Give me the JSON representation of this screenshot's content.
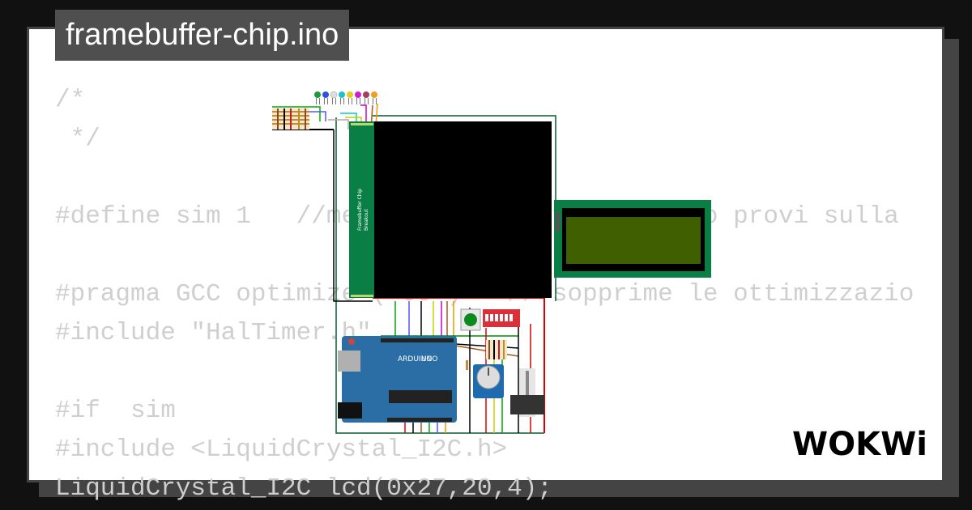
{
  "file_title": "framebuffer-chip.ino",
  "code_lines": [
    "/*",
    " */",
    "",
    "#define sim 1   //metti a 0 se lavori quando provi sulla",
    "",
    "#pragma GCC optimize (\"O0\")   // sopprime le ottimizzazio",
    "#include \"HalTimer.h\"",
    "",
    "#if  sim",
    "#include <LiquidCrystal_I2C.h>",
    "LiquidCrystal_I2C lcd(0x27,20,4);"
  ],
  "chip_label_line1": "Framebuffer Chip",
  "chip_label_line2": "Breakout",
  "arduino": {
    "model": "UNO",
    "brand": "ARDUINO"
  },
  "logo_text": "WOKWi",
  "colors": {
    "background": "#111111",
    "card": "#ffffff",
    "code_text": "#cfcfcf",
    "title_bg": "#4f4f4f",
    "board_green": "#0a7f45",
    "lcd_screen": "#3f5f00",
    "arduino_blue": "#2a6ea5",
    "dip_red": "#d9303a"
  },
  "icons": [
    "led-icon",
    "resistor-icon",
    "pushbutton-icon",
    "potentiometer-icon",
    "slide-potentiometer-icon",
    "dip-switch-icon"
  ]
}
